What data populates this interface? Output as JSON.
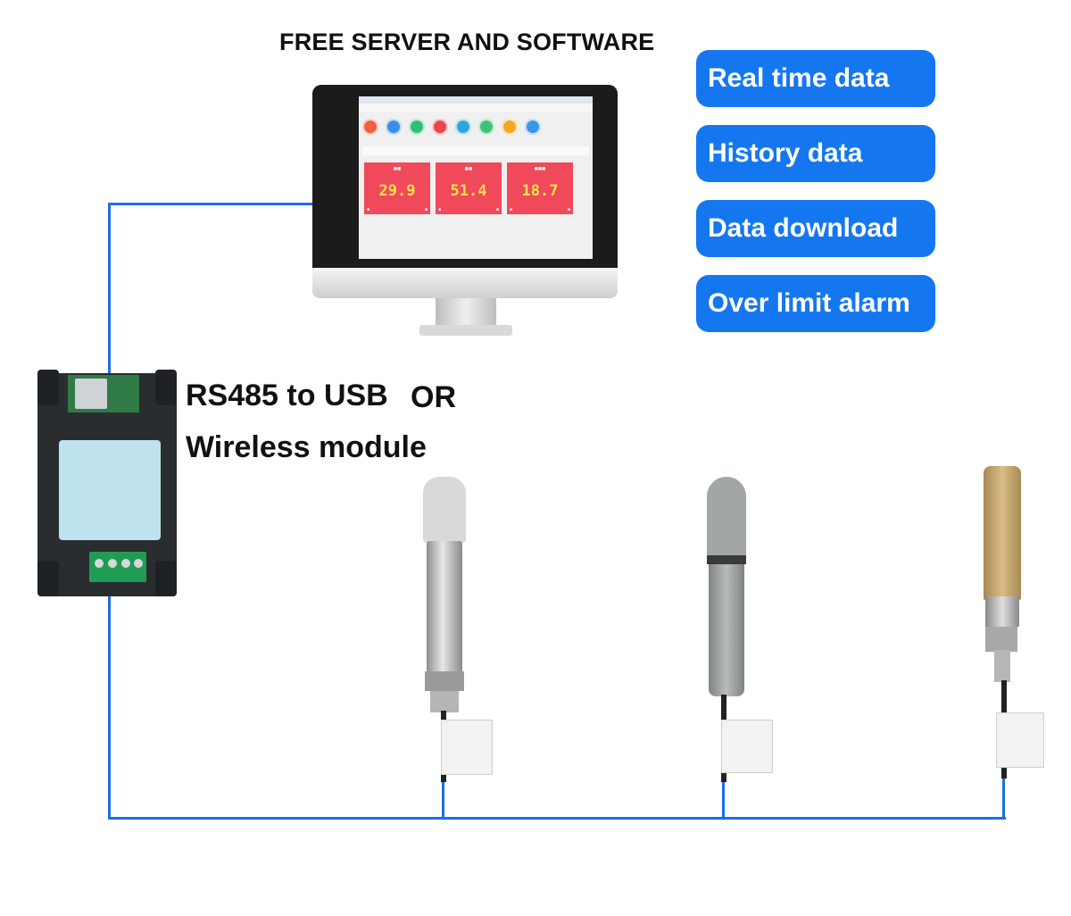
{
  "header": {
    "title": "FREE SERVER AND SOFTWARE"
  },
  "features": [
    {
      "label": "Real time data"
    },
    {
      "label": "History data"
    },
    {
      "label": "Data download"
    },
    {
      "label": "Over limit alarm"
    }
  ],
  "gateway": {
    "label_line1": "RS485 to USB",
    "label_or": "OR",
    "label_line2": "Wireless module"
  },
  "software": {
    "tiles": [
      {
        "value": "29.9"
      },
      {
        "value": "51.4"
      },
      {
        "value": "18.7"
      }
    ]
  },
  "colors": {
    "accent": "#1577f0",
    "wire": "#1a6fe6",
    "tile_bg": "#f04a5a",
    "tile_value": "#ffe14d"
  }
}
